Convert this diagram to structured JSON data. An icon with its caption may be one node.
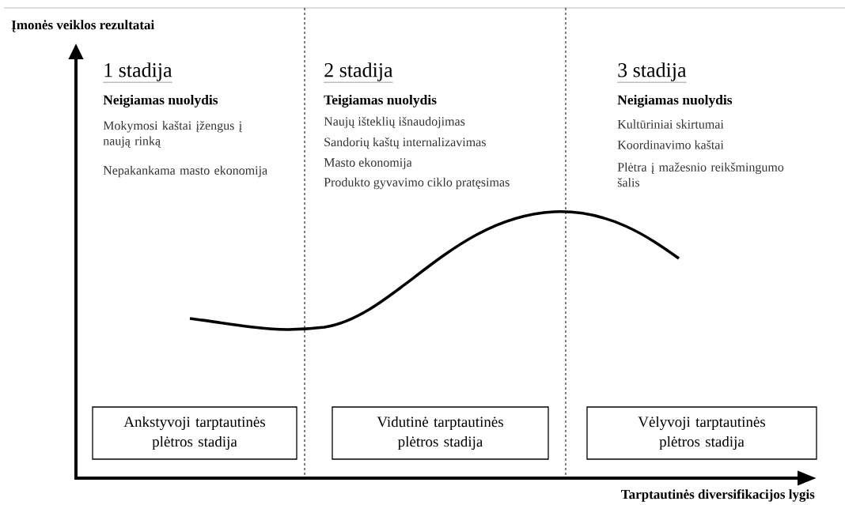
{
  "diagram": {
    "nodes": [
      {
        "text": [
          "Ankstyvoji tarptautinės plėtros stadija"
        ]
      },
      {
        "text": [
          "Vidutinė tarptautinės plėtros stadija"
        ]
      },
      {
        "text": [
          "Vėlyvoji tarptautinės plėtros stadija"
        ]
      }
    ],
    "labels": [
      "Įmonės veiklos rezultatai",
      "1 stadija",
      "Neigiamas nuolydis",
      "Mokymosi kaštai įžengus į naują rinką",
      "Nepakankama masto ekonomija",
      "2 stadija",
      "Teigiamas nuolydis",
      "Naujų išteklių išnaudojimas",
      "Sandorių kaštų internalizavimas",
      "Masto ekonomija",
      "Produkto gyvavimo ciklo pratęsimas",
      "3 stadija",
      "Neigiamas nuolydis",
      "Kultūriniai skirtumai",
      "Koordinavimo kaštai",
      "Plėtra į mažesnio reikšmingumo šalis",
      "Tarptautinės diversifikacijos lygis"
    ]
  }
}
